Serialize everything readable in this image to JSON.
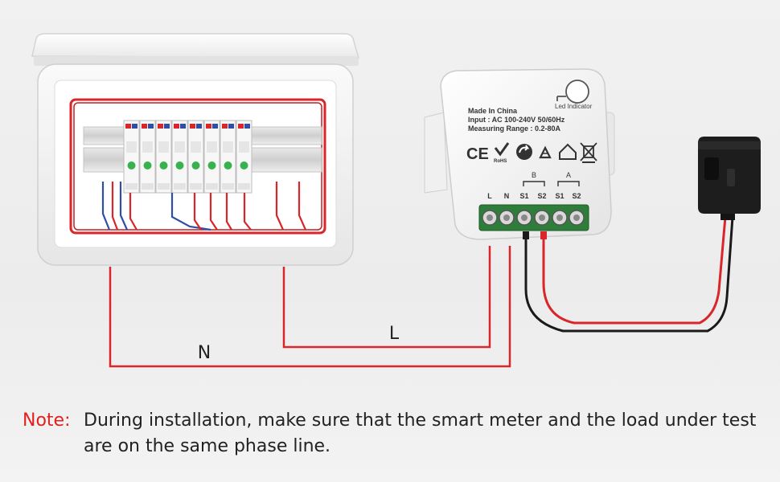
{
  "meter": {
    "made_in": "Made In China",
    "input": "Input : AC 100-240V 50/60Hz",
    "range": "Measuring Range : 0.2-80A",
    "led": "Led Indicator",
    "cert": {
      "ce": "CE",
      "rohs": "RoHS"
    },
    "group_b": "B",
    "group_a": "A",
    "terminals": [
      "L",
      "N",
      "S1",
      "S2",
      "S1",
      "S2"
    ]
  },
  "wires": {
    "live_label": "L",
    "neutral_label": "N"
  },
  "note": {
    "label": "Note:",
    "text": "During installation, make sure that the smart meter and the load under test are on the same phase line."
  },
  "colors": {
    "wire_red": "#d8262a",
    "wire_black": "#1a1a1a",
    "panel": "#ffffff",
    "breaker_button": "#37b24d",
    "note_label": "#e0211d",
    "terminal_block": "#2e7d3a"
  },
  "icons": [
    "ce-mark",
    "rohs-check-icon",
    "recycle-icon",
    "house-icon",
    "weee-bin-icon",
    "cycle-arrow-icon"
  ]
}
